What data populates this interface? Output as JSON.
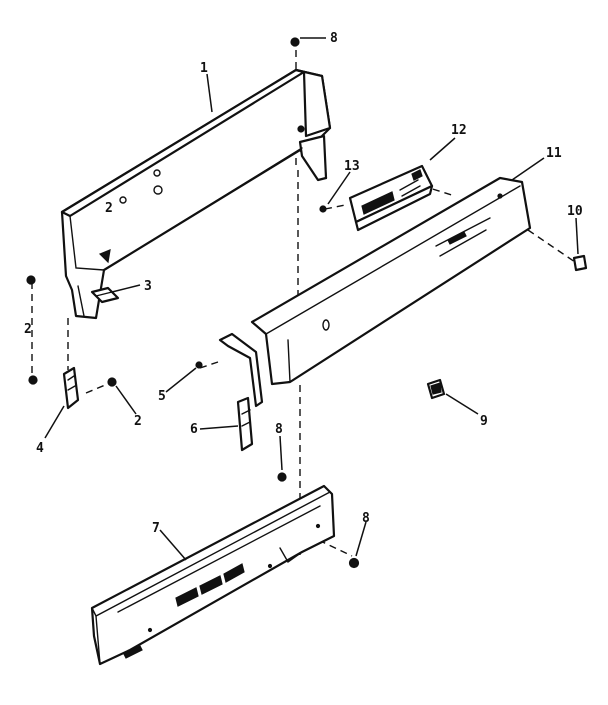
{
  "callouts": {
    "n1": "1",
    "n2a": "2",
    "n2b": "2",
    "n2c": "2",
    "n3": "3",
    "n4": "4",
    "n5": "5",
    "n6": "6",
    "n7": "7",
    "n8a": "8",
    "n8b": "8",
    "n8c": "8",
    "n9": "9",
    "n10": "10",
    "n11": "11",
    "n12": "12",
    "n13": "13"
  }
}
